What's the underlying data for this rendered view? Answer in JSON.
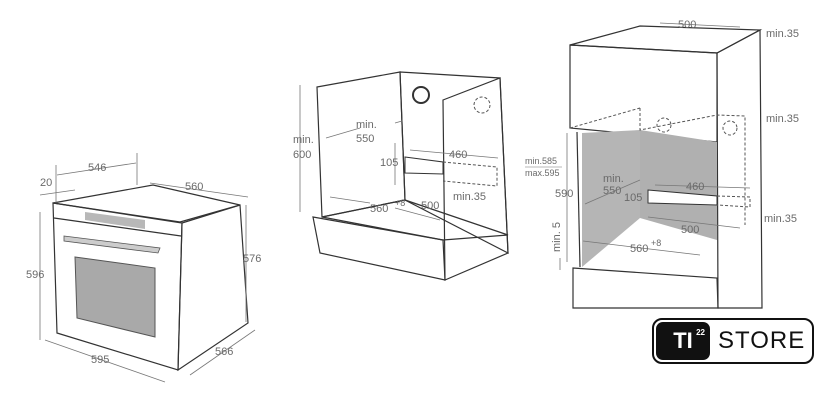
{
  "oven": {
    "depth_total": "546",
    "front_offset": "20",
    "depth_body": "560",
    "height_front": "596",
    "height_body": "576",
    "width_front": "595",
    "width_body": "566"
  },
  "under_counter": {
    "min_label": "min.",
    "height_min": "600",
    "depth_min": "550",
    "vent_height": "105",
    "vent_width": "460",
    "width": "560",
    "width_tolerance": "+8",
    "depth": "500",
    "gap": "min.35"
  },
  "column": {
    "top_depth": "500",
    "gap_top": "min.35",
    "gap_middle": "min.35",
    "gap_lower": "min.35",
    "niche_range_min": "min.585",
    "niche_range_max": "max.595",
    "niche_height": "590",
    "min_label": "min.",
    "depth_min": "550",
    "vent_height": "105",
    "vent_width": "460",
    "depth": "500",
    "width": "560",
    "width_tolerance": "+8",
    "bottom_gap": "min. 5"
  },
  "logo": {
    "mark": "TI",
    "superscript": "22",
    "text": "STORE"
  },
  "colors": {
    "panel": "#a8a8a8",
    "line": "#333333",
    "text": "#6a6a6a"
  }
}
